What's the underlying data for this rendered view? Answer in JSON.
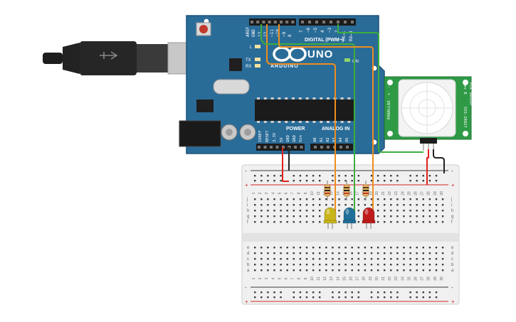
{
  "board": {
    "logo": "ARDUINO",
    "model": "UNO",
    "digital_label": "DIGITAL (PWM~)",
    "power_label": "POWER",
    "analog_label": "ANALOG IN",
    "on_label": "ON",
    "l_label": "L",
    "tx_label": "TX",
    "rx_label": "RX",
    "aref_label": "AREF",
    "gnd_label": "GND",
    "top_pins": [
      "13",
      "12",
      "~11",
      "~10",
      "~9",
      "8"
    ],
    "top_pins_right": [
      "7",
      "~6",
      "~5",
      "4",
      "~3",
      "2",
      "TX→1",
      "RX←0"
    ],
    "power_pins": [
      "IOREF",
      "RESET",
      "3.3V",
      "5V",
      "GND",
      "GND",
      "Vin"
    ],
    "analog_pins": [
      "A0",
      "A1",
      "A2",
      "A3",
      "A4",
      "A5"
    ]
  },
  "sensor": {
    "title": "PIR Sensor",
    "rev": "Rev B",
    "part_no": "555-28027",
    "brand": "PARALLAX",
    "pin_labels": [
      "+",
      "-",
      "OUT"
    ]
  },
  "breadboard": {
    "row_letters_top": [
      "j",
      "i",
      "h",
      "g",
      "f"
    ],
    "row_letters_bottom": [
      "e",
      "d",
      "c",
      "b",
      "a"
    ],
    "column_count": 30,
    "rail_plus": "+",
    "rail_minus": "-"
  },
  "leds": [
    {
      "name": "yellow",
      "color": "#c9b51a"
    },
    {
      "name": "blue",
      "color": "#1f6f9a"
    },
    {
      "name": "red",
      "color": "#c01c1c"
    }
  ],
  "wire_colors": {
    "red": "#e0201b",
    "black": "#222222",
    "orange": "#f08c1e",
    "green": "#3cae3c"
  }
}
